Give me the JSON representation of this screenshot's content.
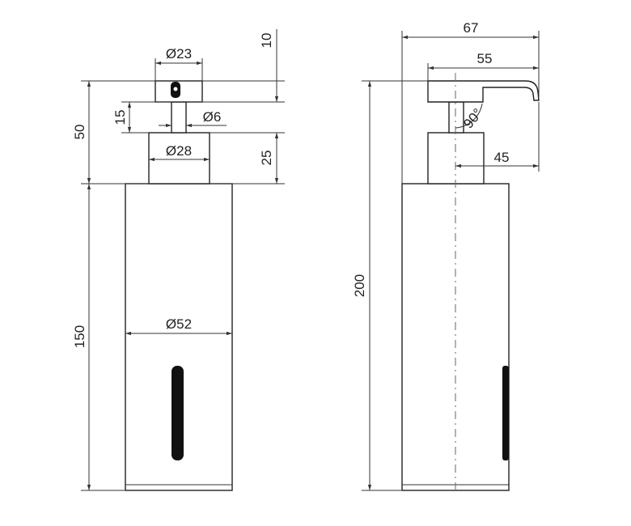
{
  "drawing": {
    "front_view": {
      "dim_top_height": "10",
      "dim_pump_width": "Ø23",
      "dim_head_height": "50",
      "dim_stem_height": "15",
      "dim_stem_diameter": "Ø6",
      "dim_collar_diameter": "Ø28",
      "dim_collar_height": "25",
      "dim_body_height": "150",
      "dim_body_diameter": "Ø52"
    },
    "side_view": {
      "dim_total_depth": "67",
      "dim_head_depth": "55",
      "dim_angle": "90°",
      "dim_spout_reach": "45",
      "dim_total_height": "200"
    }
  }
}
